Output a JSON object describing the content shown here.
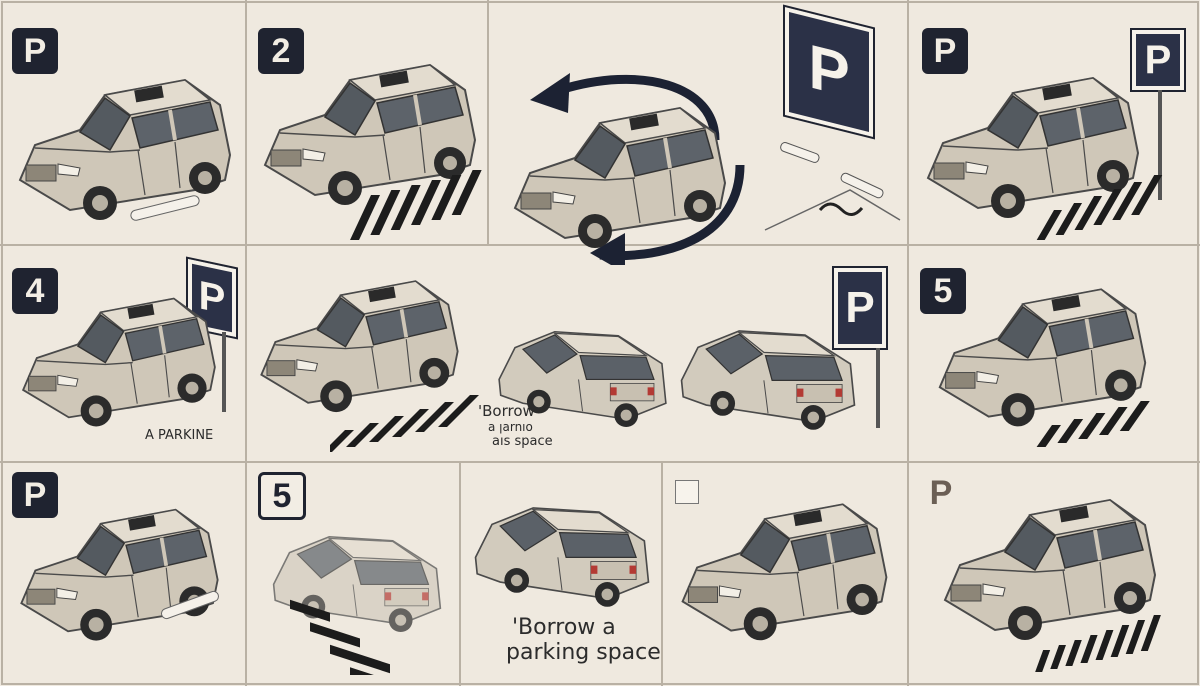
{
  "panels": [
    {
      "id": "r1c1",
      "badge": "P"
    },
    {
      "id": "r1c2",
      "badge": "2"
    },
    {
      "id": "r1c3",
      "sign": "P"
    },
    {
      "id": "r1c4",
      "badge": "P",
      "sign": "P"
    },
    {
      "id": "r2c1",
      "badge": "4",
      "sign": "P",
      "caption": "A PARKINE"
    },
    {
      "id": "r2c2",
      "sign": "P",
      "caption_line1": "'Borrow",
      "caption_line2": "a ꞁarnıo",
      "caption_line3": "aıs space"
    },
    {
      "id": "r2c4",
      "badge": "5"
    },
    {
      "id": "r3c1",
      "badge": "P"
    },
    {
      "id": "r3c2",
      "badge": "5"
    },
    {
      "id": "r3c3",
      "caption_line1": "'Borrow a",
      "caption_line2": "parking space"
    },
    {
      "id": "r3c4",
      "badge": "P"
    }
  ],
  "colors": {
    "background": "#efe9df",
    "badge": "#1f2330",
    "car_body": "#cfc7b8",
    "car_line": "#4a4a4a",
    "arrow": "#1c2233"
  }
}
